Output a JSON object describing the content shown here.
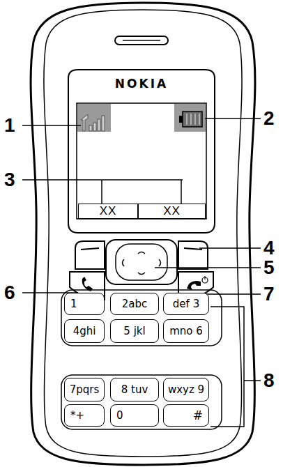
{
  "diagram": {
    "nodes": [
      {
        "text": [
          "XX"
        ]
      },
      {
        "text": [
          "XX"
        ]
      },
      {
        "text": [
          "1"
        ]
      },
      {
        "text": [
          "2abc"
        ]
      },
      {
        "text": [
          "def 3"
        ]
      },
      {
        "text": [
          "4ghi"
        ]
      },
      {
        "text": [
          "5 jkl"
        ]
      },
      {
        "text": [
          "mno 6"
        ]
      },
      {
        "text": [
          "7pqrs"
        ]
      },
      {
        "text": [
          "8 tuv"
        ]
      },
      {
        "text": [
          "wxyz 9"
        ]
      },
      {
        "text": [
          "*+"
        ]
      },
      {
        "text": [
          "0"
        ]
      },
      {
        "text": [
          "#"
        ]
      }
    ],
    "labels": [
      "NOKIA",
      "1",
      "2",
      "3",
      "4",
      "5",
      "6",
      "7",
      "8"
    ]
  }
}
